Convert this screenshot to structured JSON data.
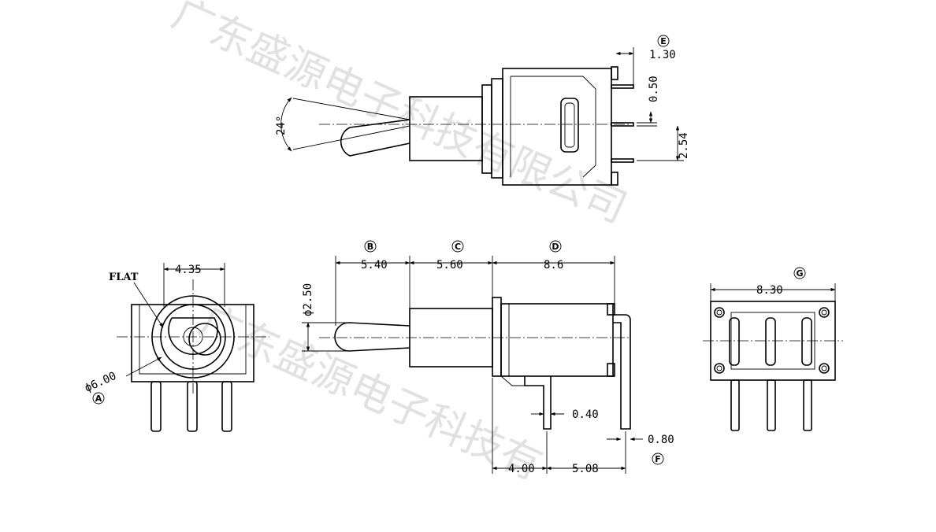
{
  "watermark": {
    "text": "广东盛源电子科技有限公司",
    "second_line": "广东盛源电子科技有"
  },
  "top_view": {
    "angle": "24°",
    "dim_1_30": "1.30",
    "dim_0_50": "0.50",
    "dim_2_54": "2.54",
    "callout_e": "E"
  },
  "side_view": {
    "dia_2_50": "ϕ2.50",
    "dim_5_40": "5.40",
    "dim_5_60": "5.60",
    "dim_8_6": "8.6",
    "callout_b": "B",
    "callout_c": "C",
    "callout_d": "D",
    "dim_0_40": "0.40",
    "dim_0_80": "0.80",
    "callout_f": "F",
    "dim_4_00": "4.00",
    "dim_5_08": "5.08"
  },
  "front_view": {
    "flat_label": "FLAT",
    "dim_4_35": "4.35",
    "dia_6_00": "ϕ6.00",
    "callout_a": "A"
  },
  "rear_view": {
    "dim_8_30": "8.30",
    "callout_g": "G"
  }
}
